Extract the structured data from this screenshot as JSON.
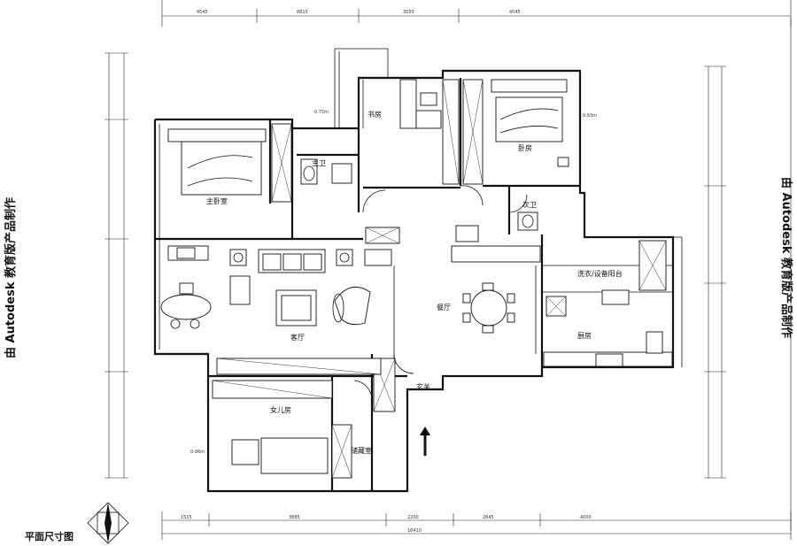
{
  "watermark": {
    "left": "由 Autodesk 教育版产品制作",
    "right": "由 Autodesk 教育版产品制作"
  },
  "drawing_title": "平面尺寸图",
  "rooms": {
    "master_bedroom": "主卧室",
    "master_bath": "主卫",
    "study": "书房",
    "bedroom": "卧房",
    "guest_bath": "次卫",
    "living_room": "客厅",
    "dining_room": "餐厅",
    "laundry": "洗衣/设备阳台",
    "kitchen": "厨房",
    "daughter_room": "女儿房",
    "foyer": "玄关",
    "storage": "储藏室"
  },
  "dimensions": {
    "top": [
      "4545",
      "8810",
      "3050",
      "4045"
    ],
    "bottom": [
      "1515",
      "3885",
      "2200",
      "2845",
      "4000"
    ],
    "bottom_total": "16410"
  },
  "annotations": {
    "a1": "0.75m",
    "a2": "0.93m",
    "a3": "0.96m"
  },
  "colors": {
    "line": "#111111",
    "background": "#ffffff"
  }
}
